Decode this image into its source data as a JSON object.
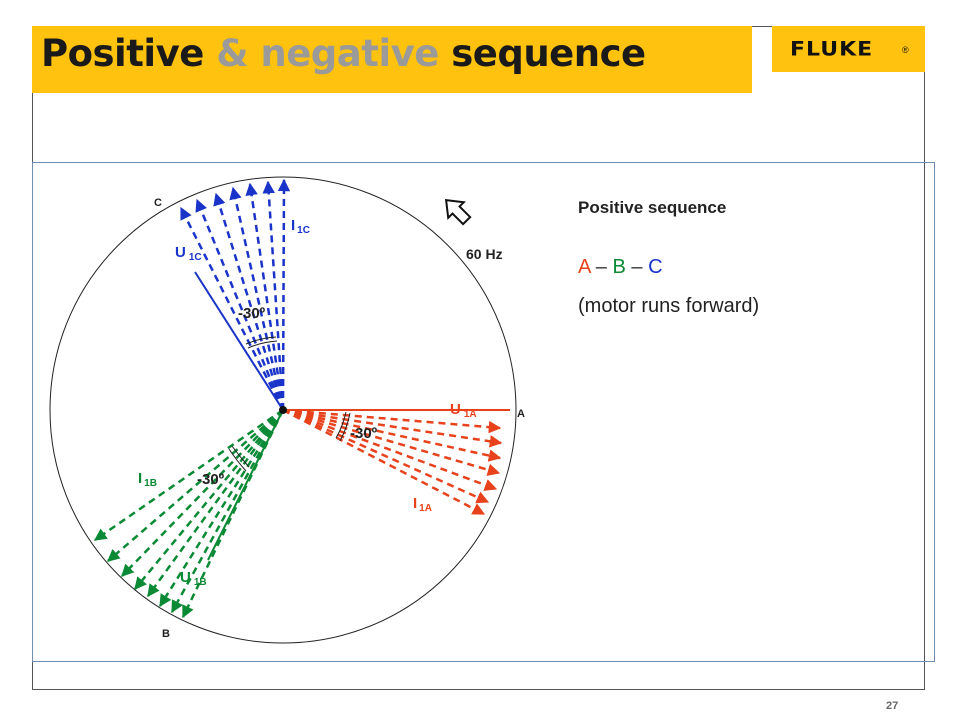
{
  "slide": {
    "title_part1": "Positive ",
    "title_part2": "& negative",
    "title_part3": " sequence",
    "logo_text": "FLUKE",
    "logo_mark": "®",
    "page_number": "27"
  },
  "diagram": {
    "phase_labels": {
      "a": "A",
      "b": "B",
      "c": "C"
    },
    "voltage_labels": {
      "u1a_main": "U",
      "u1a_sub": "1A",
      "u1b_main": "U",
      "u1b_sub": "1B",
      "u1c_main": "U",
      "u1c_sub": "1C"
    },
    "current_labels": {
      "i1a_main": "I",
      "i1a_sub": "1A",
      "i1b_main": "I",
      "i1b_sub": "1B",
      "i1c_main": "I",
      "i1c_sub": "1C"
    },
    "angle_a": "-30º",
    "angle_b": "-30º",
    "angle_c": "-30º",
    "frequency": "60 Hz",
    "rotation_icon": "rotation-arrow-icon",
    "colors": {
      "phase_a": "#e8421c",
      "phase_b": "#0a8a35",
      "phase_c": "#1a33c8",
      "brand_yellow": "#FFC20E"
    }
  },
  "legend": {
    "heading": "Positive sequence",
    "seq_a": "A",
    "seq_dash1": " – ",
    "seq_b": "B",
    "seq_dash2": " – ",
    "seq_c": "C",
    "note": "(motor runs forward)"
  }
}
